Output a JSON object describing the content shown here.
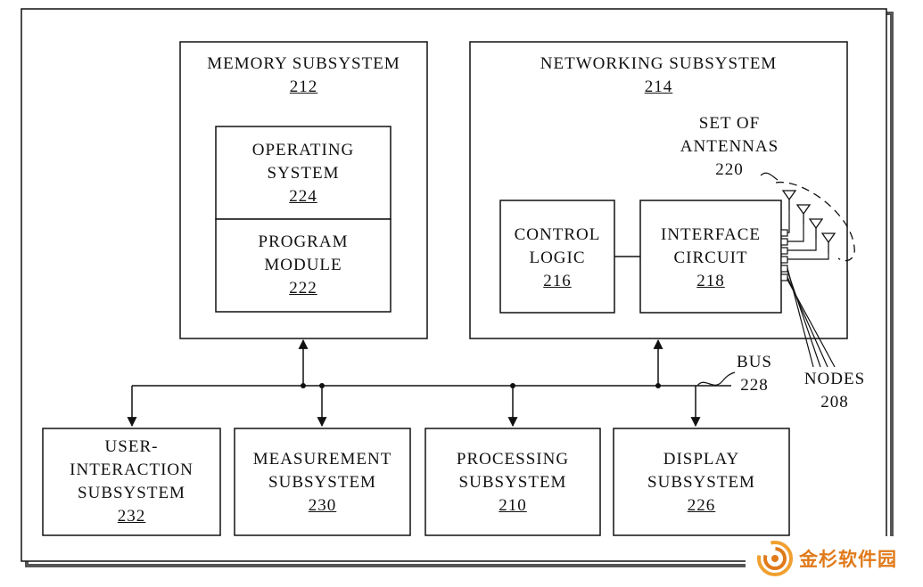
{
  "memory": {
    "title": "MEMORY SUBSYSTEM",
    "ref": "212"
  },
  "os": {
    "line1": "OPERATING",
    "line2": "SYSTEM",
    "ref": "224"
  },
  "program": {
    "line1": "PROGRAM",
    "line2": "MODULE",
    "ref": "222"
  },
  "networking": {
    "title": "NETWORKING SUBSYSTEM",
    "ref": "214"
  },
  "antennas": {
    "line1": "SET OF",
    "line2": "ANTENNAS",
    "ref": "220"
  },
  "control": {
    "line1": "CONTROL",
    "line2": "LOGIC",
    "ref": "216"
  },
  "interface": {
    "line1": "INTERFACE",
    "line2": "CIRCUIT",
    "ref": "218"
  },
  "bus": {
    "label": "BUS",
    "ref": "228"
  },
  "nodes": {
    "label": "NODES",
    "ref": "208"
  },
  "user": {
    "line1": "USER-",
    "line2": "INTERACTION",
    "line3": "SUBSYSTEM",
    "ref": "232"
  },
  "measurement": {
    "line1": "MEASUREMENT",
    "line2": "SUBSYSTEM",
    "ref": "230"
  },
  "processing": {
    "line1": "PROCESSING",
    "line2": "SUBSYSTEM",
    "ref": "210"
  },
  "display": {
    "line1": "DISPLAY",
    "line2": "SUBSYSTEM",
    "ref": "226"
  },
  "watermark": {
    "text": "金杉软件园",
    "accent": "#e07a1a"
  }
}
